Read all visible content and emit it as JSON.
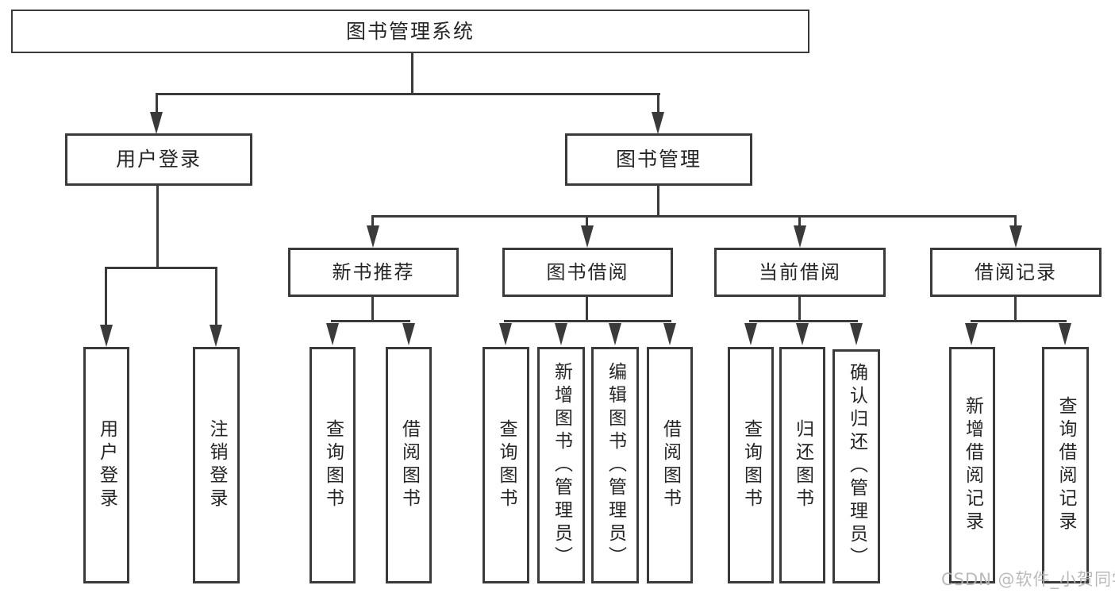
{
  "colors": {
    "line": "#3a3a3a",
    "text": "#262626",
    "watermark": "#b5b5b5",
    "background": "#ffffff"
  },
  "watermark": "CSDN @软件_小贺同学",
  "tree": {
    "label": "图书管理系统",
    "children": [
      {
        "label": "用户登录",
        "children": [
          {
            "label": "用户登录"
          },
          {
            "label": "注销登录"
          }
        ]
      },
      {
        "label": "图书管理",
        "children": [
          {
            "label": "新书推荐",
            "children": [
              {
                "label": "查询图书"
              },
              {
                "label": "借阅图书"
              }
            ]
          },
          {
            "label": "图书借阅",
            "children": [
              {
                "label": "查询图书"
              },
              {
                "label": "新增图书（管理员）"
              },
              {
                "label": "编辑图书（管理员）"
              },
              {
                "label": "借阅图书"
              }
            ]
          },
          {
            "label": "当前借阅",
            "children": [
              {
                "label": "查询图书"
              },
              {
                "label": "归还图书"
              },
              {
                "label": "确认归还（管理员）"
              }
            ]
          },
          {
            "label": "借阅记录",
            "children": [
              {
                "label": "新增借阅记录"
              },
              {
                "label": "查询借阅记录"
              }
            ]
          }
        ]
      }
    ]
  }
}
